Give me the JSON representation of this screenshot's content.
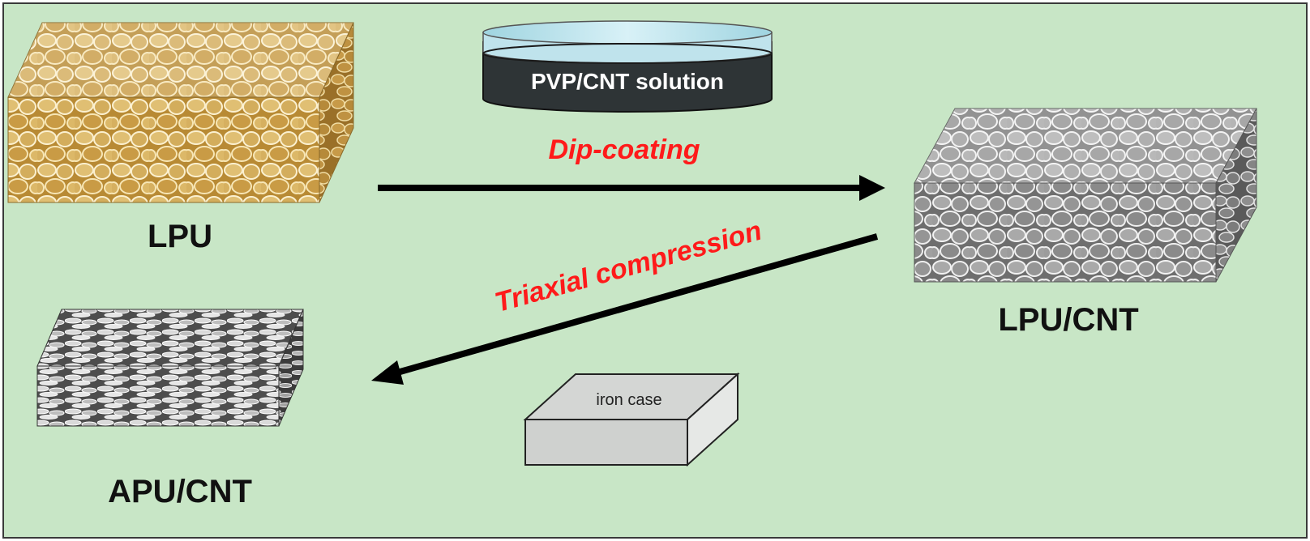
{
  "labels": {
    "lpu": "LPU",
    "lpu_cnt": "LPU/CNT",
    "apu_cnt": "APU/CNT",
    "solution": "PVP/CNT solution",
    "dip": "Dip-coating",
    "triaxial": "Triaxial compression",
    "iron_case": "iron case"
  },
  "colors": {
    "background": "#c8e6c6",
    "accent_text": "#ff1a1a",
    "lpu_foam": "#cda24e",
    "cnt_foam": "#8c8c8c",
    "dish_liquid": "#2e3436",
    "iron_case": "#d4d6d4"
  }
}
